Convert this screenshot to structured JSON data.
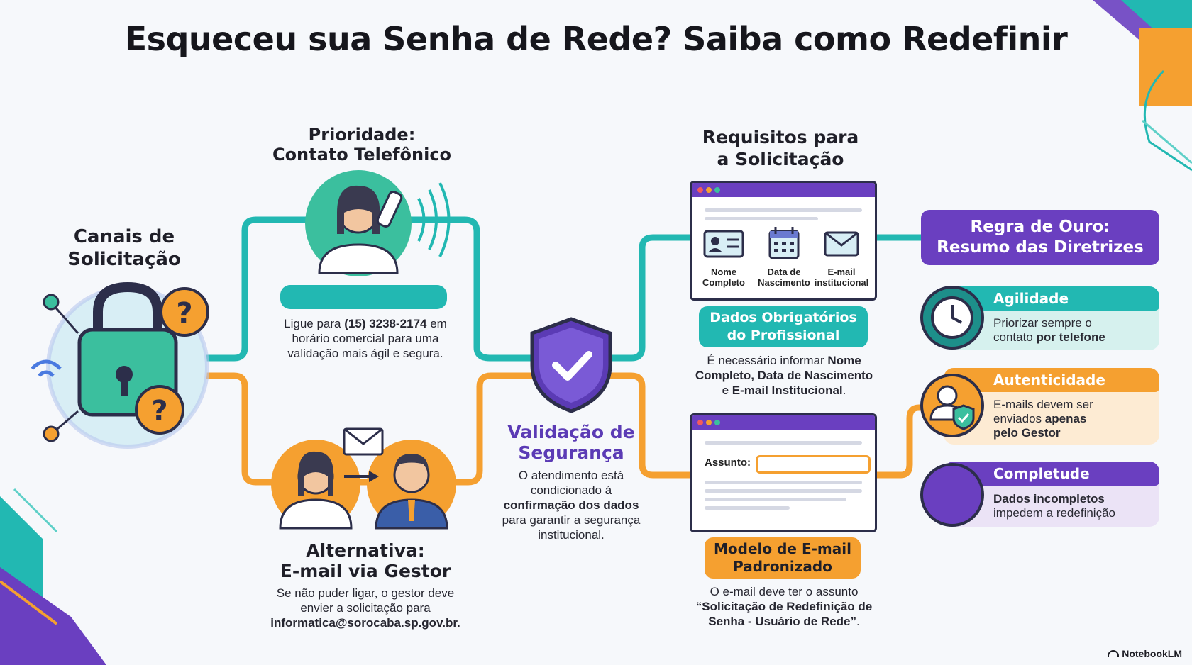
{
  "title": "Esqueceu sua Senha de Rede? Saiba como Redefinir",
  "canais": {
    "heading_1": "Canais de",
    "heading_2": "Solicitação"
  },
  "prioridade": {
    "heading_1": "Prioridade:",
    "heading_2": "Contato Telefônico",
    "text_1_a": "Ligue para ",
    "text_1_b": "(15) 3238-2174",
    "text_1_c": " em",
    "text_2": "horário comercial para uma",
    "text_3": "validação mais ágil e segura."
  },
  "alternativa": {
    "heading_1": "Alternativa:",
    "heading_2": "E-mail via Gestor",
    "text_1": "Se não puder ligar, o gestor deve",
    "text_2": "envier a solicitação para",
    "text_3": "informatica@sorocaba.sp.gov.br."
  },
  "validacao": {
    "heading_1": "Validação de",
    "heading_2": "Segurança",
    "text_1": "O atendimento está",
    "text_2": "condicionado á",
    "text_3": "confirmação dos dados",
    "text_4": "para garantir a segurança",
    "text_5": "institucional."
  },
  "requisitos": {
    "heading_1": "Requisitos para",
    "heading_2": "a Solicitação",
    "icons": [
      {
        "label_1": "Nome",
        "label_2": "Completo"
      },
      {
        "label_1": "Data de",
        "label_2": "Nascimento"
      },
      {
        "label_1": "E-mail",
        "label_2": "institucional"
      }
    ],
    "badge_1": "Dados Obrigatórios",
    "badge_2": "do Profissional",
    "text_1_a": "É necessário informar ",
    "text_1_b": "Nome",
    "text_2": "Completo, Data de Nascimento",
    "text_3": "e E-mail Institucional",
    "text_3_end": "."
  },
  "modelo": {
    "subject_label": "Assunto:",
    "badge_1": "Modelo de E-mail",
    "badge_2": "Padronizado",
    "text_1": "O e-mail deve ter o assunto",
    "text_2": "“Solicitação de Redefinição de",
    "text_3": "Senha - Usuário de Rede”",
    "text_3_end": "."
  },
  "regra": {
    "heading_1": "Regra de Ouro:",
    "heading_2": "Resumo das Diretrizes",
    "cards": [
      {
        "title": "Agilidade",
        "line_1": "Priorizar sempre o",
        "line_2a": "contato ",
        "line_2b": "por telefone",
        "line_3": ""
      },
      {
        "title": "Autenticidade",
        "line_1": "E-mails devem ser",
        "line_2a": "enviados ",
        "line_2b": "apenas",
        "line_3": "pelo Gestor"
      },
      {
        "title": "Completude",
        "line_1": "Dados incompletos",
        "line_2a": "impedem a redefinição",
        "line_2b": "",
        "line_3": ""
      }
    ]
  },
  "footer": {
    "brand": "NotebookLM"
  },
  "colors": {
    "teal": "#22b8b2",
    "orange": "#f5a030",
    "purple": "#6a3fc0",
    "navy": "#2c2e4a"
  }
}
